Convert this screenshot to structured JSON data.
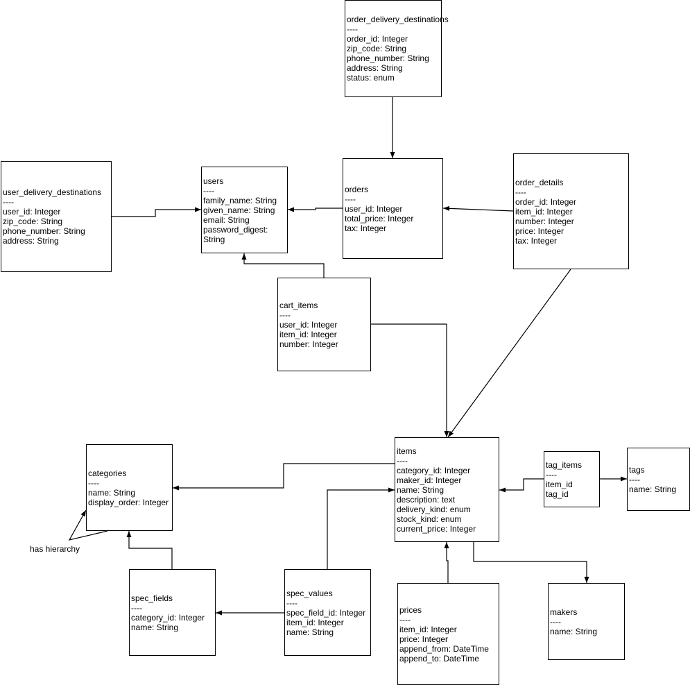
{
  "diagram": {
    "entities": [
      {
        "id": "order_delivery_destinations",
        "name": "order_delivery_destinations",
        "separator": "----",
        "fields": [
          "order_id: Integer",
          "zip_code: String",
          "phone_number: String",
          "address: String",
          "status: enum"
        ]
      },
      {
        "id": "user_delivery_destinations",
        "name": "user_delivery_destinations",
        "separator": "----",
        "fields": [
          "user_id: Integer",
          "zip_code: String",
          "phone_number: String",
          "address: String"
        ]
      },
      {
        "id": "users",
        "name": "users",
        "separator": "----",
        "fields": [
          "family_name: String",
          "given_name: String",
          "email: String",
          "password_digest:",
          "String"
        ]
      },
      {
        "id": "orders",
        "name": "orders",
        "separator": "----",
        "fields": [
          "user_id: Integer",
          "total_price: Integer",
          "tax: Integer"
        ]
      },
      {
        "id": "order_details",
        "name": "order_details",
        "separator": "----",
        "fields": [
          "order_id: Integer",
          "item_id: Integer",
          "number: Integer",
          "price: Integer",
          "tax: Integer"
        ]
      },
      {
        "id": "cart_items",
        "name": "cart_items",
        "separator": "----",
        "fields": [
          "user_id: Integer",
          "item_id: Integer",
          "number: Integer"
        ]
      },
      {
        "id": "categories",
        "name": "categories",
        "separator": "----",
        "fields": [
          "name: String",
          "display_order: Integer"
        ]
      },
      {
        "id": "items",
        "name": "items",
        "separator": "----",
        "fields": [
          "category_id: Integer",
          "maker_id: Integer",
          "name: String",
          "description: text",
          "delivery_kind: enum",
          "stock_kind: enum",
          "current_price: Integer"
        ]
      },
      {
        "id": "tag_items",
        "name": "tag_items",
        "separator": "----",
        "fields": [
          "item_id",
          "tag_id"
        ]
      },
      {
        "id": "tags",
        "name": "tags",
        "separator": "----",
        "fields": [
          "name: String"
        ]
      },
      {
        "id": "spec_fields",
        "name": "spec_fields",
        "separator": "----",
        "fields": [
          "category_id: Integer",
          "name: String"
        ]
      },
      {
        "id": "spec_values",
        "name": "spec_values",
        "separator": "----",
        "fields": [
          "spec_field_id: Integer",
          "item_id: Integer",
          "name: String"
        ]
      },
      {
        "id": "prices",
        "name": "prices",
        "separator": "----",
        "fields": [
          "item_id: Integer",
          "price: Integer",
          "append_from: DateTime",
          "append_to: DateTime"
        ]
      },
      {
        "id": "makers",
        "name": "makers",
        "separator": "----",
        "fields": [
          "name: String"
        ]
      }
    ],
    "notes": {
      "hierarchy": "has hierarchy"
    },
    "relations": [
      {
        "from": "order_delivery_destinations",
        "to": "orders"
      },
      {
        "from": "user_delivery_destinations",
        "to": "users"
      },
      {
        "from": "orders",
        "to": "users"
      },
      {
        "from": "order_details",
        "to": "orders"
      },
      {
        "from": "order_details",
        "to": "items"
      },
      {
        "from": "cart_items",
        "to": "users"
      },
      {
        "from": "cart_items",
        "to": "items"
      },
      {
        "from": "items",
        "to": "categories"
      },
      {
        "from": "tag_items",
        "to": "items"
      },
      {
        "from": "tag_items",
        "to": "tags"
      },
      {
        "from": "spec_fields",
        "to": "categories"
      },
      {
        "from": "spec_values",
        "to": "spec_fields"
      },
      {
        "from": "spec_values",
        "to": "items"
      },
      {
        "from": "prices",
        "to": "items"
      },
      {
        "from": "items",
        "to": "makers"
      },
      {
        "from": "categories",
        "to": "categories"
      }
    ]
  }
}
